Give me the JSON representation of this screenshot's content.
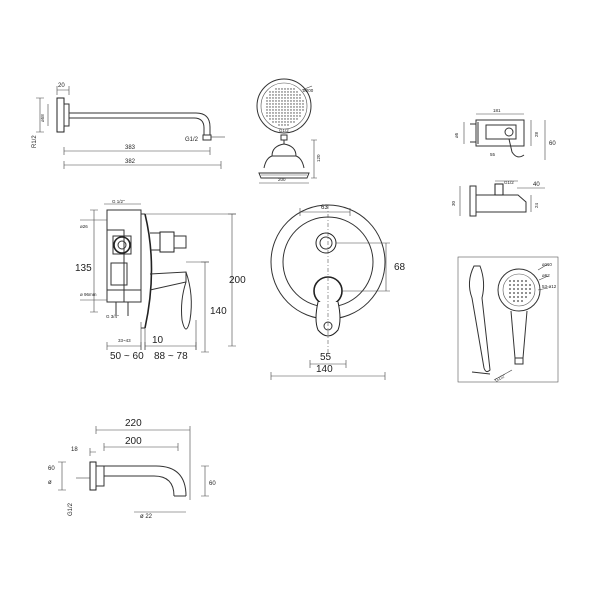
{
  "shower_arm": {
    "dim_20": "20",
    "dim_383": "383",
    "dim_382": "382",
    "dim_g12": "G1/2",
    "dim_r12": "R1/2",
    "dim_58": "ø58"
  },
  "shower_head": {
    "dim_d": "ø200",
    "dim_g12": "G1/2",
    "dim_h": "120",
    "dim_w": "200"
  },
  "wall_bracket": {
    "dim_181": "181",
    "dim_60": "60",
    "dim_28": "28",
    "dim_ang": "ø5",
    "dim_30": "30",
    "dim_g12": "G1/2",
    "dim_40": "40",
    "dim_24": "24",
    "dim_55": "55"
  },
  "mixer_side": {
    "dim_135": "135",
    "dim_200": "200",
    "dim_140": "140",
    "dim_10": "10",
    "dim_50_60": "50 ~ 60",
    "dim_88_78": "88 ~ 78",
    "dim_g34": "G 3/4\"",
    "dim_top": "G 1/2\"",
    "dim_a": "ø26",
    "dim_b": "33~43",
    "dim_c": "ø 96mm"
  },
  "mixer_front": {
    "dim_63": "63",
    "dim_68": "68",
    "dim_55": "55",
    "dim_140": "140"
  },
  "hand_shower": {
    "dim_d110": "ø110",
    "dim_62": "ø62",
    "dim_53": "53-ø12",
    "dim_g12": "G1/2\""
  },
  "spout": {
    "dim_220": "220",
    "dim_200": "200",
    "dim_18": "18",
    "dim_60_left": "60",
    "dim_60_right": "60",
    "dim_d": "ø",
    "dim_g12": "G1/2",
    "dim_d22": "ø 22"
  }
}
